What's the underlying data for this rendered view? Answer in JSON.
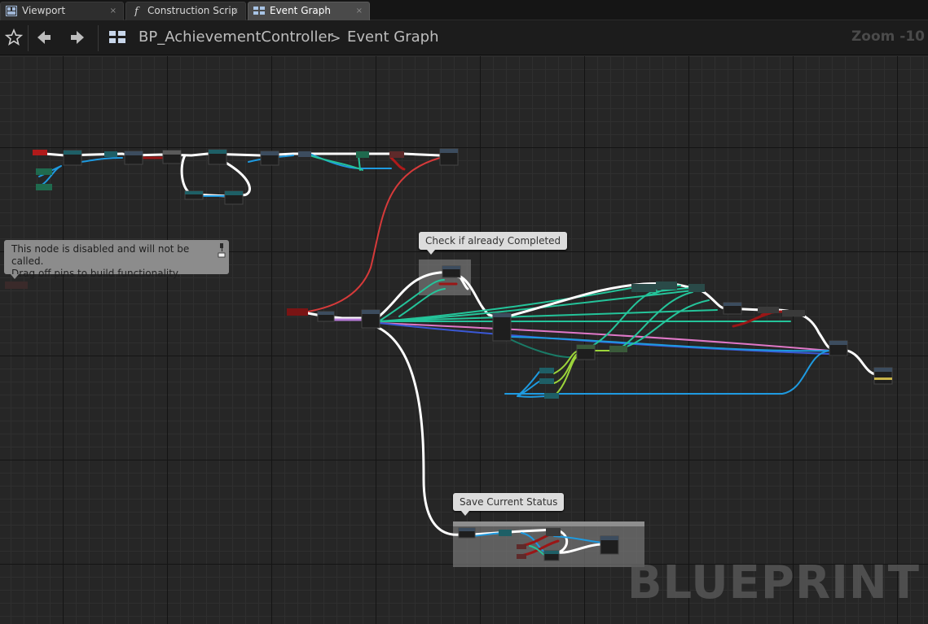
{
  "tabs": [
    {
      "label": "Viewport",
      "icon": "viewport-icon",
      "close": "×"
    },
    {
      "label": "Construction Scrip",
      "icon": "function-icon",
      "close": "×"
    },
    {
      "label": "Event Graph",
      "icon": "event-graph-icon",
      "close": "×"
    }
  ],
  "toolbar": {
    "breadcrumb_root": "BP_AchievementController",
    "breadcrumb_separator": ">",
    "breadcrumb_current": "Event Graph",
    "zoom": "Zoom -10"
  },
  "graph": {
    "comments": [
      {
        "label": "Check if already Completed"
      },
      {
        "label": "Save Current Status"
      }
    ],
    "disabled_node": {
      "line1": "This node is disabled and will not be called.",
      "line2": "Drag off pins to build functionality."
    },
    "watermark": "BLUEPRINT"
  },
  "colors": {
    "exec_wire": "#ffffff",
    "object_wire": "#1e9ae0",
    "struct_wire": "#24c49a",
    "bool_wire": "#9a1616",
    "event_wire": "#d63a3a",
    "string_wire": "#e078c8",
    "float_wire": "#9cd43a"
  }
}
